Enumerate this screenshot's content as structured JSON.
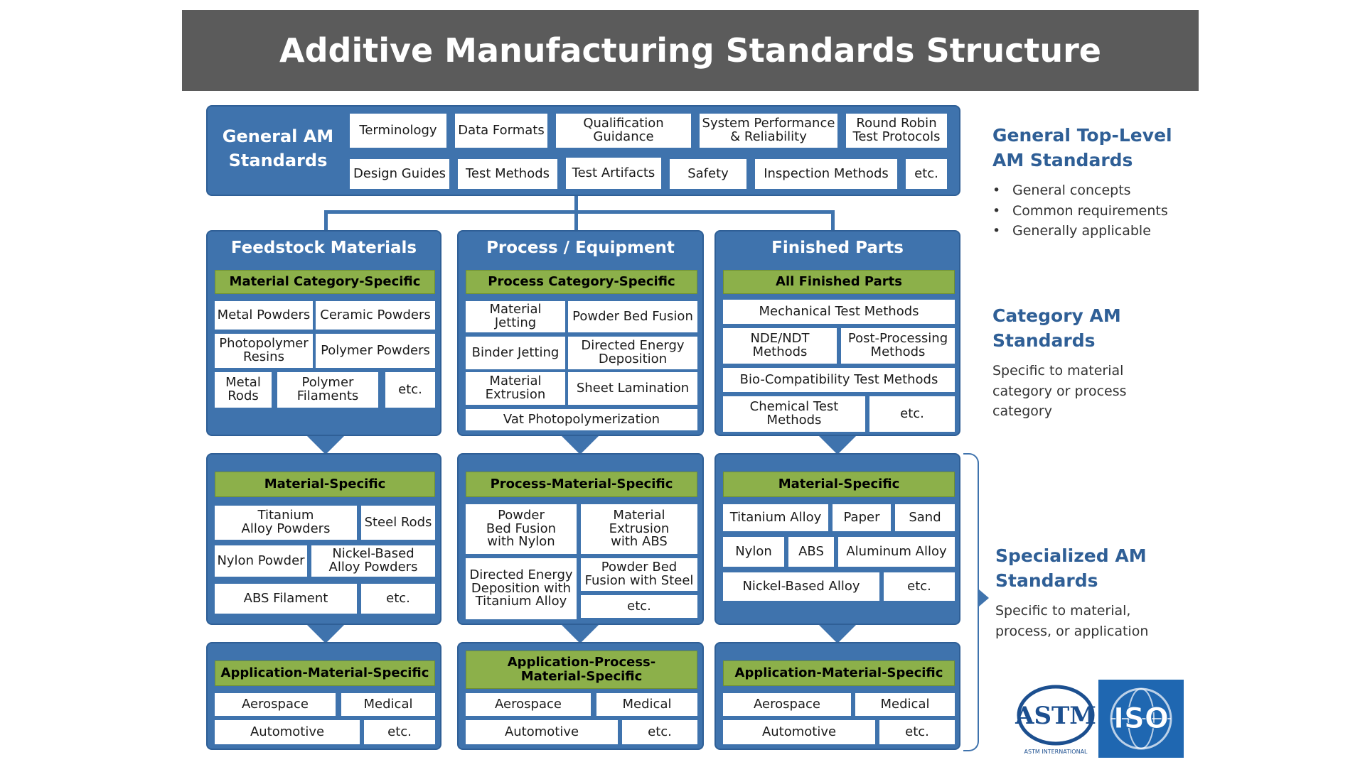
{
  "title": "Additive Manufacturing Standards Structure",
  "general": {
    "label": "General AM\nStandards",
    "row1": [
      "Terminology",
      "Data Formats",
      "Qualification\nGuidance",
      "System Performance\n& Reliability",
      "Round Robin\nTest Protocols"
    ],
    "row2": [
      "Design Guides",
      "Test Methods",
      "Test Artifacts",
      "Safety",
      "Inspection Methods",
      "etc."
    ]
  },
  "feedstock": {
    "heading": "Feedstock Materials",
    "category": {
      "label": "Material Category-Specific",
      "items": [
        "Metal Powders",
        "Ceramic Powders",
        "Photopolymer\nResins",
        "Polymer Powders",
        "Metal\nRods",
        "Polymer\nFilaments",
        "etc."
      ]
    },
    "specific": {
      "label": "Material-Specific",
      "items": [
        "Titanium\nAlloy Powders",
        "Steel Rods",
        "Nylon Powder",
        "Nickel-Based\nAlloy Powders",
        "ABS Filament",
        "etc."
      ]
    },
    "application": {
      "label": "Application-Material-Specific",
      "items": [
        "Aerospace",
        "Medical",
        "Automotive",
        "etc."
      ]
    }
  },
  "process": {
    "heading": "Process / Equipment",
    "category": {
      "label": "Process Category-Specific",
      "items": [
        "Material\nJetting",
        "Powder Bed Fusion",
        "Binder Jetting",
        "Directed Energy\nDeposition",
        "Material\nExtrusion",
        "Sheet Lamination",
        "Vat Photopolymerization"
      ]
    },
    "specific": {
      "label": "Process-Material-Specific",
      "items": [
        "Powder\nBed Fusion\nwith Nylon",
        "Material\nExtrusion\nwith ABS",
        "Directed Energy\nDeposition with\nTitanium Alloy",
        "Powder Bed\nFusion with Steel",
        "etc."
      ]
    },
    "application": {
      "label": "Application-Process-\nMaterial-Specific",
      "items": [
        "Aerospace",
        "Medical",
        "Automotive",
        "etc."
      ]
    }
  },
  "finished": {
    "heading": "Finished Parts",
    "category": {
      "label": "All Finished Parts",
      "items": [
        "Mechanical Test Methods",
        "NDE/NDT\nMethods",
        "Post-Processing\nMethods",
        "Bio-Compatibility Test Methods",
        "Chemical Test\nMethods",
        "etc."
      ]
    },
    "specific": {
      "label": "Material-Specific",
      "items": [
        "Titanium Alloy",
        "Paper",
        "Sand",
        "Nylon",
        "ABS",
        "Aluminum Alloy",
        "Nickel-Based Alloy",
        "etc."
      ]
    },
    "application": {
      "label": "Application-Material-Specific",
      "items": [
        "Aerospace",
        "Medical",
        "Automotive",
        "etc."
      ]
    }
  },
  "side": {
    "general_heading": "General Top-Level\nAM Standards",
    "general_bullets": [
      "General concepts",
      "Common requirements",
      "Generally applicable"
    ],
    "category_heading": "Category AM\nStandards",
    "category_text": "Specific to material category or process category",
    "specialized_heading": "Specialized AM\nStandards",
    "specialized_text": "Specific to material, process, or application"
  },
  "logos": {
    "astm": "ASTM",
    "astm_caption": "ASTM INTERNATIONAL",
    "iso": "ISO"
  }
}
